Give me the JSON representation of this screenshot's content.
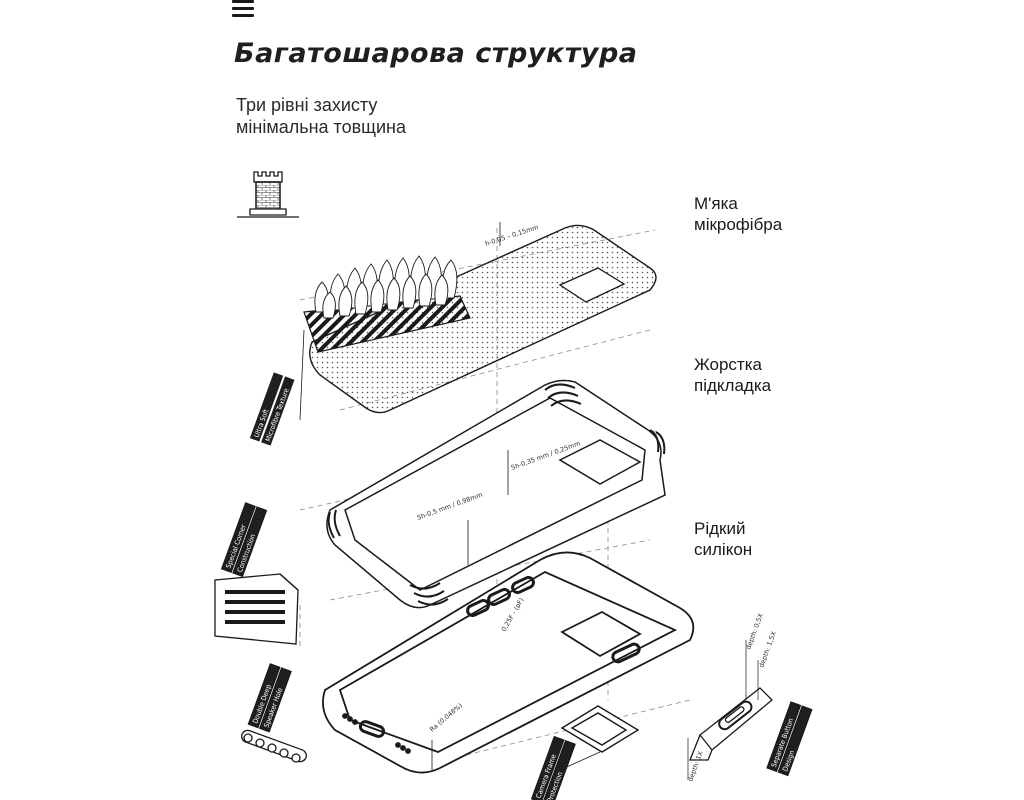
{
  "header": {
    "menu_icon": "hamburger-menu-icon",
    "title": "Багатошарова структура",
    "subtitle_lines": [
      "Три рівні захисту",
      "мінімальна товщина"
    ]
  },
  "layers": [
    {
      "lines": [
        "М'яка",
        "мікрофібра"
      ]
    },
    {
      "lines": [
        "Жорстка",
        "підкладка"
      ]
    },
    {
      "lines": [
        "Рідкий",
        "силікон"
      ]
    }
  ],
  "tags": {
    "microfiber": [
      "Ultra Soft",
      "Microfibre Texture"
    ],
    "corner": [
      "Special Corner",
      "Construction"
    ],
    "speaker": [
      "Double Deep",
      "Speaker Hole"
    ],
    "camera": [
      "Camera Frame",
      "Protection"
    ],
    "button": [
      "Separate Button",
      "Design"
    ]
  },
  "dimensions": {
    "top": "h-0,05 – 0,15mm",
    "shell_right": "Sh-0,35 mm / 0,25mm",
    "shell_left": "Sh-0,5 mm / 0,98mm",
    "bumper": "0,25F - (pF)",
    "bottom": "Ra (0,048%)",
    "button_a": "depth: 0,5X",
    "button_b": "depth: 1,5X",
    "button_c": "depth: 1X"
  },
  "colors": {
    "ink": "#1a1a1a",
    "dash": "#8a8a8a",
    "tag_bg": "#1f1f1f"
  }
}
